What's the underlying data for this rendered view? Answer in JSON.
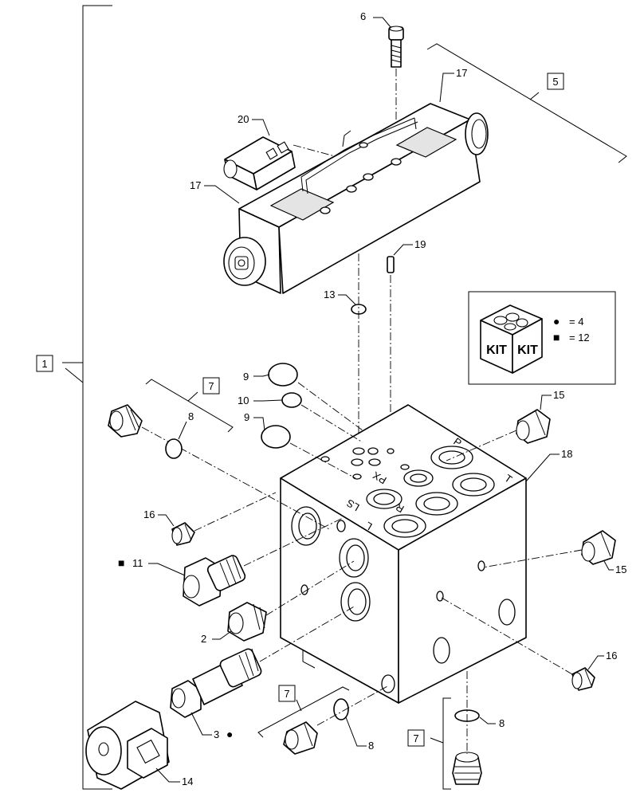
{
  "callouts": {
    "c1": "1",
    "c2": "2",
    "c3": "3",
    "c5": "5",
    "c6": "6",
    "c7a": "7",
    "c7b": "7",
    "c7c": "7",
    "c8a": "8",
    "c8b": "8",
    "c8c": "8",
    "c9a": "9",
    "c9b": "9",
    "c10": "10",
    "c11": "11",
    "c13": "13",
    "c14": "14",
    "c15a": "15",
    "c15b": "15",
    "c16a": "16",
    "c16b": "16",
    "c17a": "17",
    "c17b": "17",
    "c18": "18",
    "c19": "19",
    "c20": "20"
  },
  "port_labels": {
    "p": "P",
    "px": "PX",
    "t": "T",
    "r": "R",
    "ls": "LS",
    "l": "L"
  },
  "kit_legend": {
    "kit_text_left": "KIT",
    "kit_text_right": "KIT",
    "circle_symbol": "●",
    "circle_eq": "= 4",
    "square_symbol": "■",
    "square_eq": "= 12"
  },
  "markers": {
    "circle": "●",
    "square": "■"
  }
}
